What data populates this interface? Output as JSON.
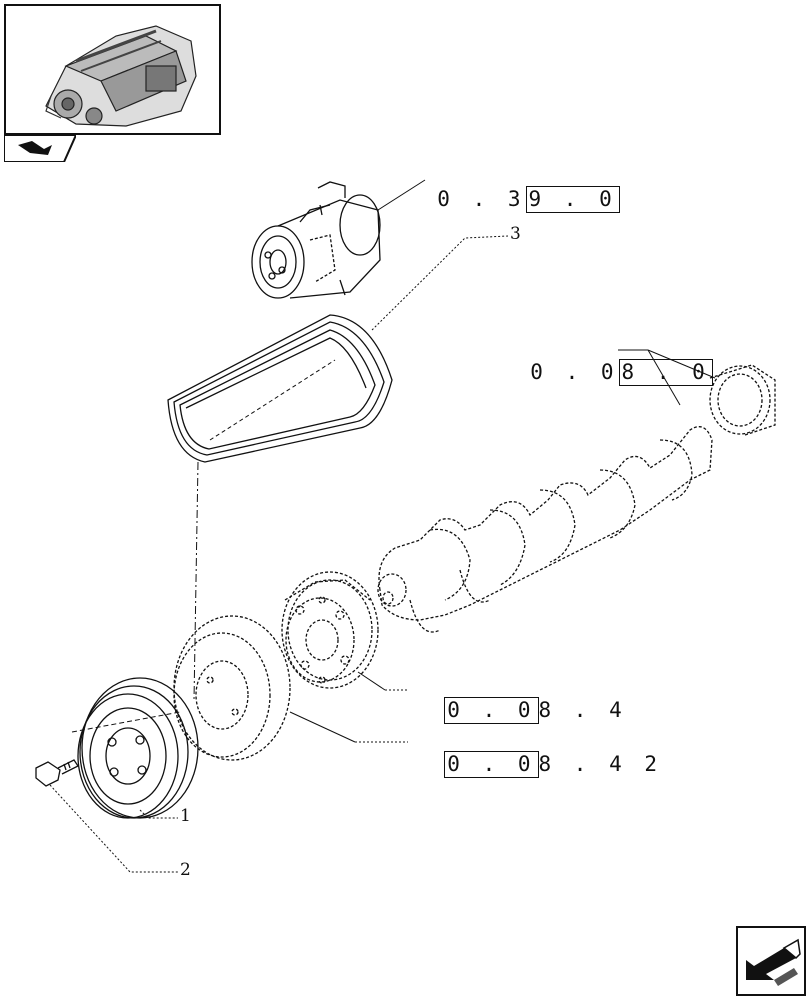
{
  "references": {
    "compressor_ref": {
      "lead": "0 . 3",
      "boxed": "9 . 0"
    },
    "crankshaft_ref": {
      "lead": "0 . 0",
      "boxed": "8 . 0"
    },
    "damper_ref": {
      "boxed": "0 . 0",
      "tail": "8 . 4"
    },
    "pulley_ref": {
      "boxed": "0 . 0",
      "tail": "8 . 4 2"
    }
  },
  "callouts": {
    "belt": "3",
    "pulley": "1",
    "bolt": "2"
  },
  "icons": {
    "thumbnail": "engine-thumbnail-icon",
    "tab": "section-tab-icon",
    "nav": "next-page-arrow-icon"
  }
}
